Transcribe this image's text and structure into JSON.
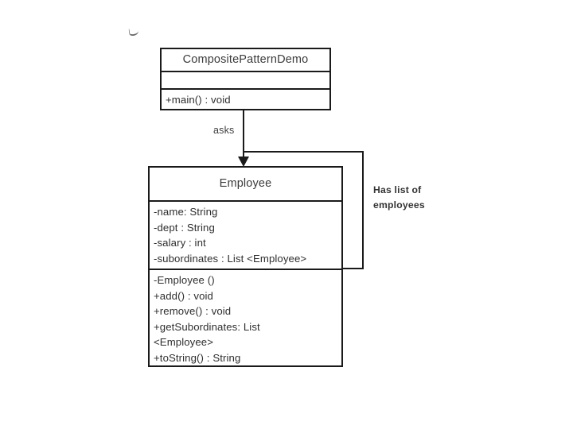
{
  "diagram": {
    "title": "Composite Pattern Demo UML Class Diagram",
    "type": "uml-class-diagram",
    "background_color": "#ffffff",
    "line_color": "#1a1a1a",
    "text_color": "#2e2e2e"
  },
  "classes": [
    {
      "id": "composite-pattern-demo",
      "name": "CompositePatternDemo",
      "attributes": [],
      "operations": [
        "+main() : void"
      ]
    },
    {
      "id": "employee",
      "name": "Employee",
      "attributes": [
        "-name: String",
        "-dept : String",
        "-salary : int",
        "-subordinates : List <Employee>"
      ],
      "operations": [
        "-Employee ()",
        "+add() : void",
        "+remove() : void",
        "+getSubordinates: List",
        "<Employee>",
        "+toString() : String"
      ]
    }
  ],
  "relationships": [
    {
      "id": "asks",
      "label": "asks",
      "from": "composite-pattern-demo",
      "to": "employee",
      "style": "solid-arrow"
    },
    {
      "id": "has-list-of-employees",
      "label": "Has list of\nemployees",
      "from": "employee",
      "to": "employee",
      "style": "self-association"
    }
  ]
}
